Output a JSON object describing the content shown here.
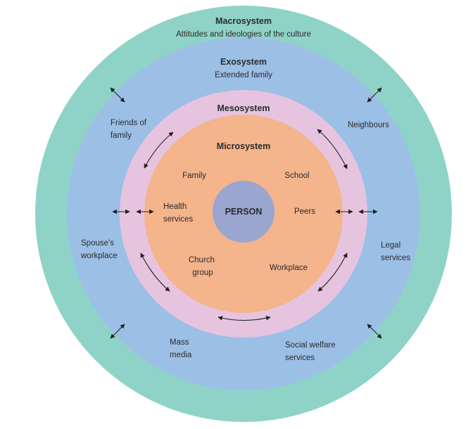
{
  "colors": {
    "macro": "#8fd3c8",
    "exo": "#9cbfe6",
    "meso": "#e6c4e0",
    "micro": "#f4b48c",
    "person": "#9aa6cf",
    "arrow": "#1f1f1f",
    "text": "#2b2b2b"
  },
  "macrosystem": {
    "title": "Macrosystem",
    "subtitle": "Attitudes and ideologies of the culture"
  },
  "exosystem": {
    "title": "Exosystem",
    "subtitle": "Extended family",
    "items": [
      [
        "Friends of",
        "family"
      ],
      [
        "Neighbours"
      ],
      [
        "Spouse's",
        "workplace"
      ],
      [
        "Legal",
        "services"
      ],
      [
        "Mass",
        "media"
      ],
      [
        "Social welfare",
        "services"
      ]
    ]
  },
  "mesosystem": {
    "title": "Mesosystem"
  },
  "microsystem": {
    "title": "Microsystem",
    "items": [
      [
        "Family"
      ],
      [
        "School"
      ],
      [
        "Health",
        "services"
      ],
      [
        "Peers"
      ],
      [
        "Church",
        "group"
      ],
      [
        "Workplace"
      ]
    ]
  },
  "person": {
    "label": "PERSON"
  }
}
